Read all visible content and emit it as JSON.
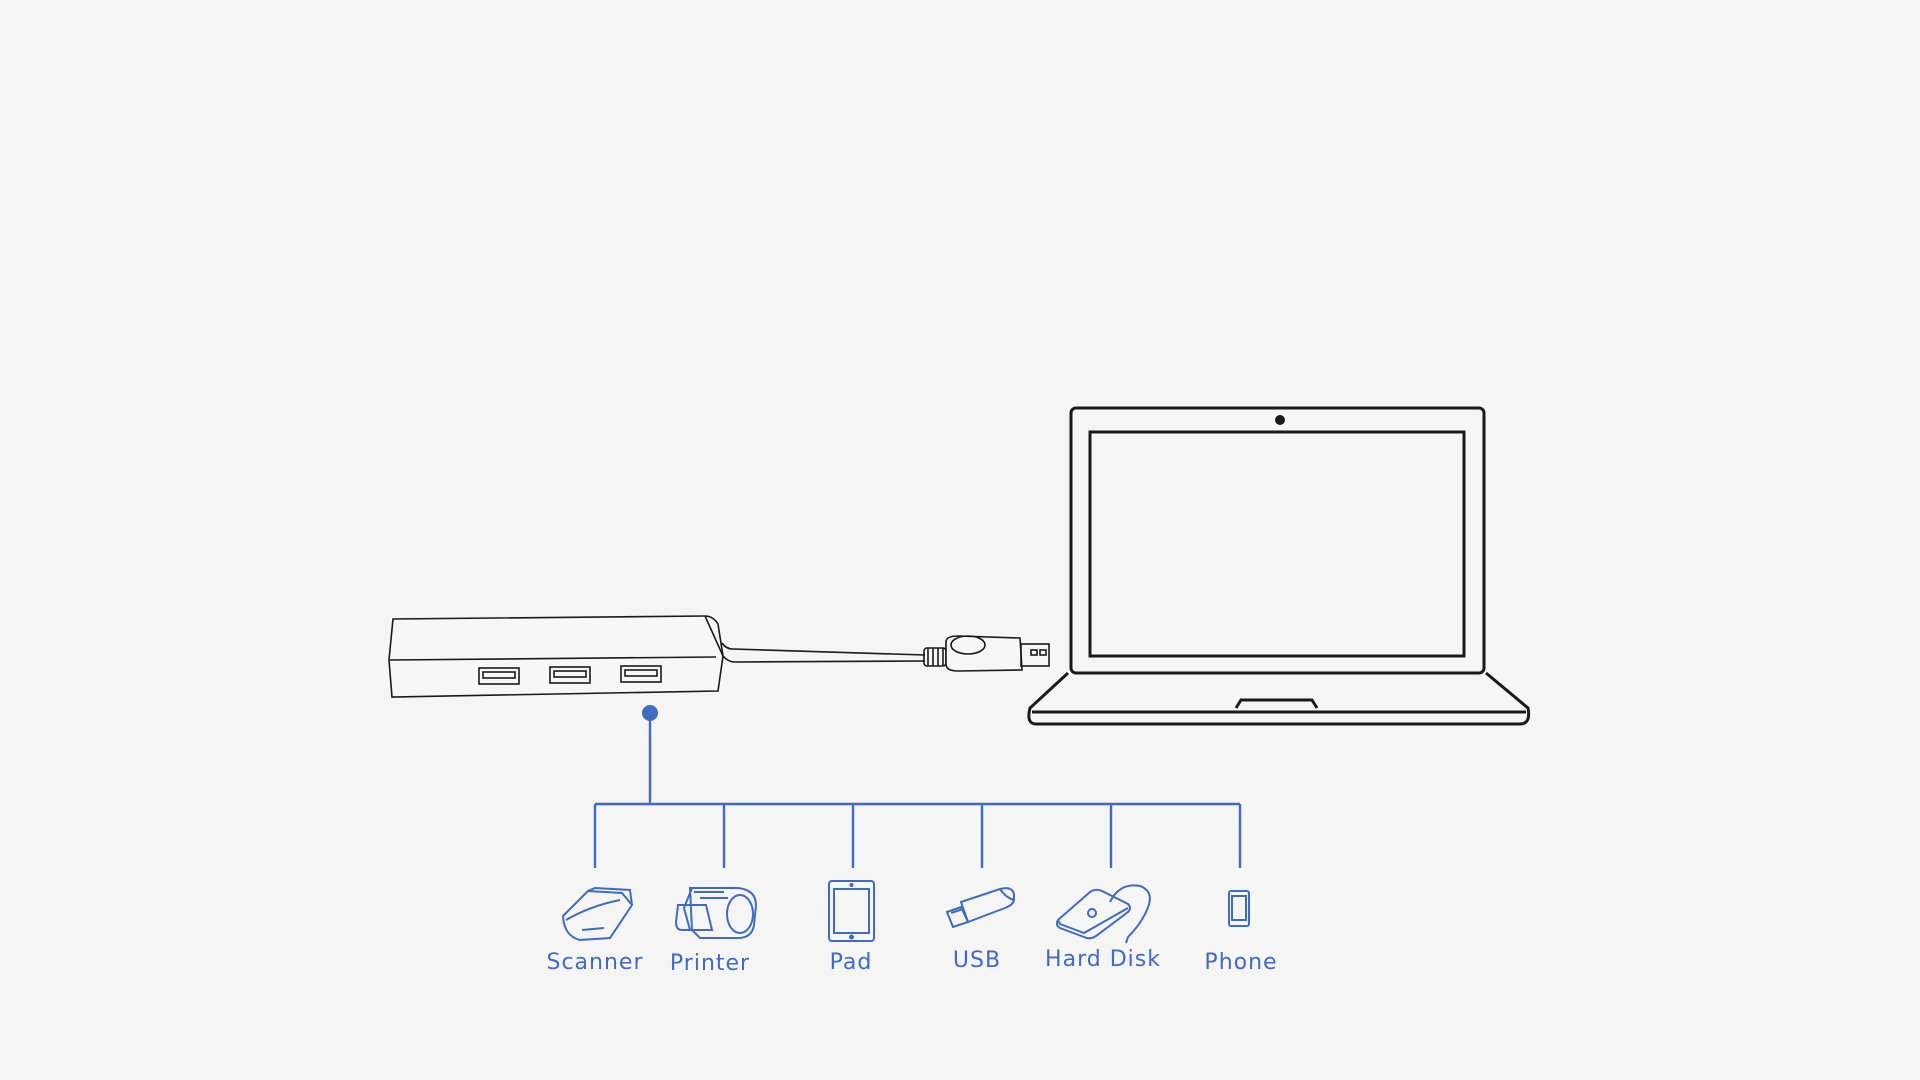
{
  "colors": {
    "background": "#f5f5f5",
    "outline": "#1a1a1a",
    "accent": "#3f6bc4"
  },
  "hub": {
    "icon": "usb-hub-icon",
    "port_count": 3
  },
  "cable": {
    "icon": "usb-a-plug-icon"
  },
  "laptop": {
    "icon": "laptop-icon"
  },
  "devices": [
    {
      "label": "Scanner",
      "icon": "scanner-icon"
    },
    {
      "label": "Printer",
      "icon": "printer-icon"
    },
    {
      "label": "Pad",
      "icon": "tablet-icon"
    },
    {
      "label": "USB",
      "icon": "usb-drive-icon"
    },
    {
      "label": "Hard Disk",
      "icon": "hard-disk-icon"
    },
    {
      "label": "Phone",
      "icon": "phone-icon"
    }
  ]
}
